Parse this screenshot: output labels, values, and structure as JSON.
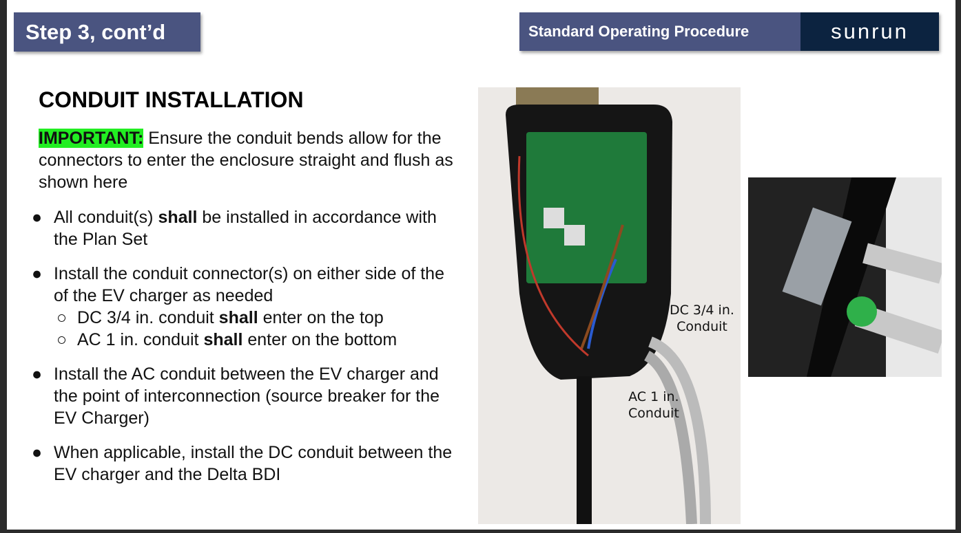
{
  "header": {
    "step": "Step 3, cont’d",
    "sop": "Standard Operating Procedure",
    "logo": "sunrun"
  },
  "title": "CONDUIT INSTALLATION",
  "important": {
    "label": "IMPORTANT:",
    "text": " Ensure the conduit bends allow for the connectors to enter the enclosure straight and flush as shown here"
  },
  "bullets": [
    {
      "pre": "All conduit(s) ",
      "bold": "shall",
      "post": " be installed in accordance with the Plan Set"
    },
    {
      "text": "Install the conduit connector(s) on either side of the of the EV charger as needed",
      "sub": [
        {
          "pre": "DC 3/4 in. conduit ",
          "bold": "shall",
          "post": " enter on the top"
        },
        {
          "pre": "AC 1 in. conduit ",
          "bold": "shall",
          "post": " enter on the bottom"
        }
      ]
    },
    {
      "text": "Install the AC conduit between the EV charger and the point of interconnection (source breaker for the EV Charger)"
    },
    {
      "text": "When applicable, install the DC conduit between the EV charger and the Delta BDI"
    }
  ],
  "photo_labels": {
    "dc_1": "DC 3/4 in.",
    "dc_2": "Conduit",
    "ac_1": "AC 1 in.",
    "ac_2": "Conduit"
  },
  "colors": {
    "banner": "#4a5480",
    "logo_bg": "#0c2340",
    "highlight": "#22ee22"
  }
}
